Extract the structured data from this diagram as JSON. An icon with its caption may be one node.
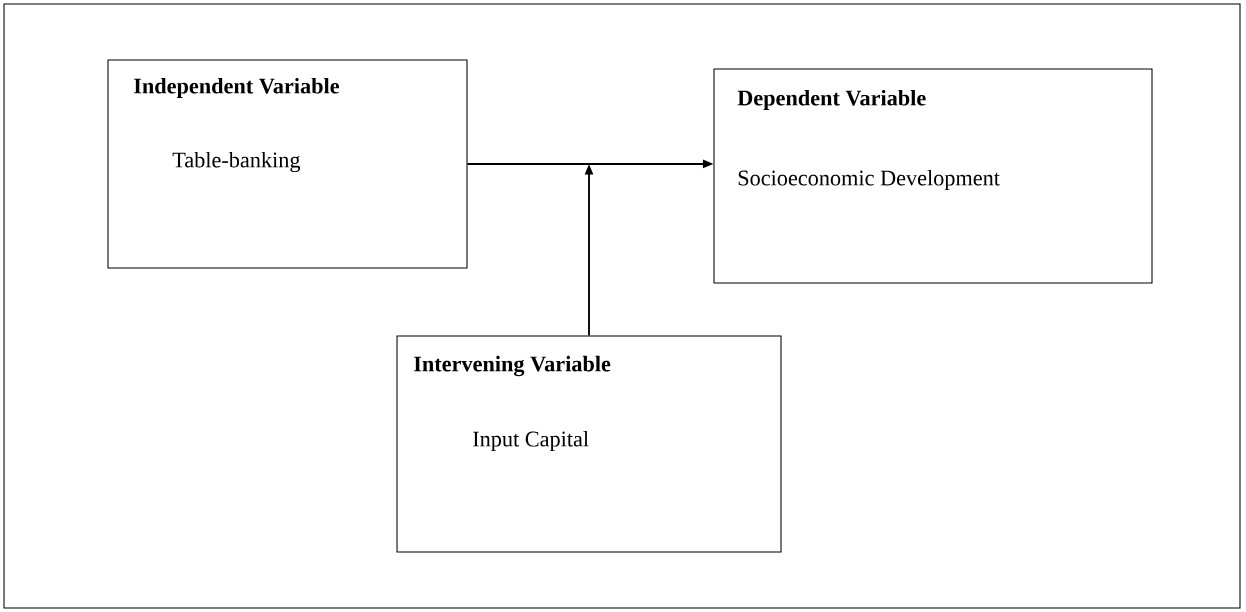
{
  "diagram": {
    "nodes": [
      {
        "text": [
          "Independent Variable",
          "Table-banking"
        ]
      },
      {
        "text": [
          "Dependent Variable",
          "Socioeconomic Development"
        ]
      },
      {
        "text": [
          "Intervening Variable",
          "Input Capital"
        ]
      }
    ],
    "edges": [
      {
        "from": 0,
        "to": 1,
        "arrow": "to"
      },
      {
        "from": 2,
        "to": null,
        "arrow": "to"
      }
    ]
  }
}
